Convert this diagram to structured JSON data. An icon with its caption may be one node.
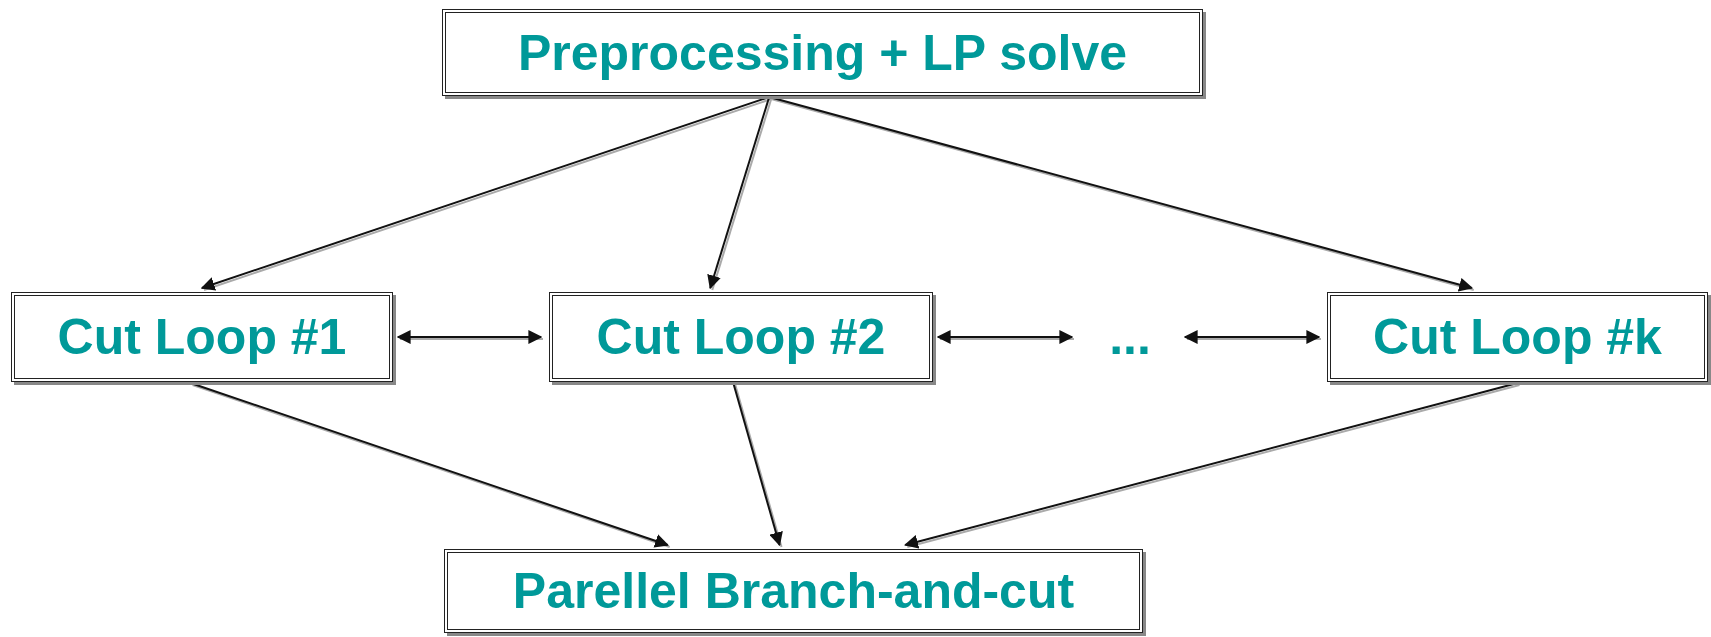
{
  "diagram": {
    "nodes": [
      {
        "text": [
          "Preprocessing + LP solve"
        ]
      },
      {
        "text": [
          "Cut Loop #1"
        ]
      },
      {
        "text": [
          "Cut Loop #2"
        ]
      },
      {
        "text": [
          "..."
        ]
      },
      {
        "text": [
          "Cut Loop #k"
        ]
      },
      {
        "text": [
          "Parellel Branch-and-cut"
        ]
      }
    ],
    "edges": [
      {
        "from": 0,
        "to": 1,
        "arrow": "to"
      },
      {
        "from": 0,
        "to": 2,
        "arrow": "to"
      },
      {
        "from": 0,
        "to": 4,
        "arrow": "to"
      },
      {
        "from": 1,
        "to": 2,
        "arrow": "both"
      },
      {
        "from": 2,
        "to": 3,
        "arrow": "both"
      },
      {
        "from": 3,
        "to": 4,
        "arrow": "both"
      },
      {
        "from": 1,
        "to": 5,
        "arrow": "to"
      },
      {
        "from": 2,
        "to": 5,
        "arrow": "to"
      },
      {
        "from": 4,
        "to": 5,
        "arrow": "to"
      }
    ]
  }
}
